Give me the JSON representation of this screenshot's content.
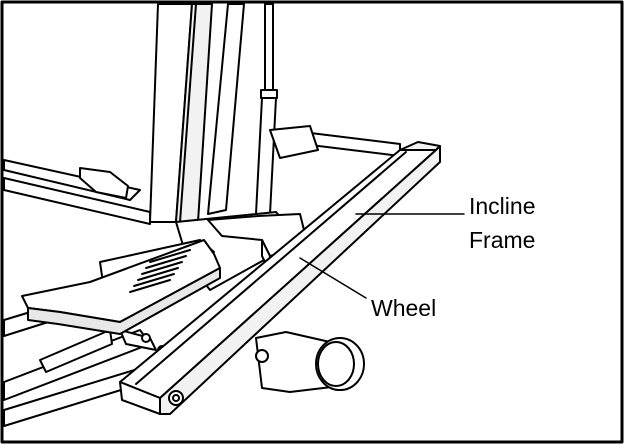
{
  "figure": {
    "type": "exploded assembly line drawing",
    "subject": "elliptical trainer incline frame and wheel",
    "border_color": "#000000",
    "line_color": "#000000",
    "background_color": "#ffffff"
  },
  "labels": {
    "incline_frame_line1": "Incline",
    "incline_frame_line2": "Frame",
    "wheel": "Wheel"
  }
}
